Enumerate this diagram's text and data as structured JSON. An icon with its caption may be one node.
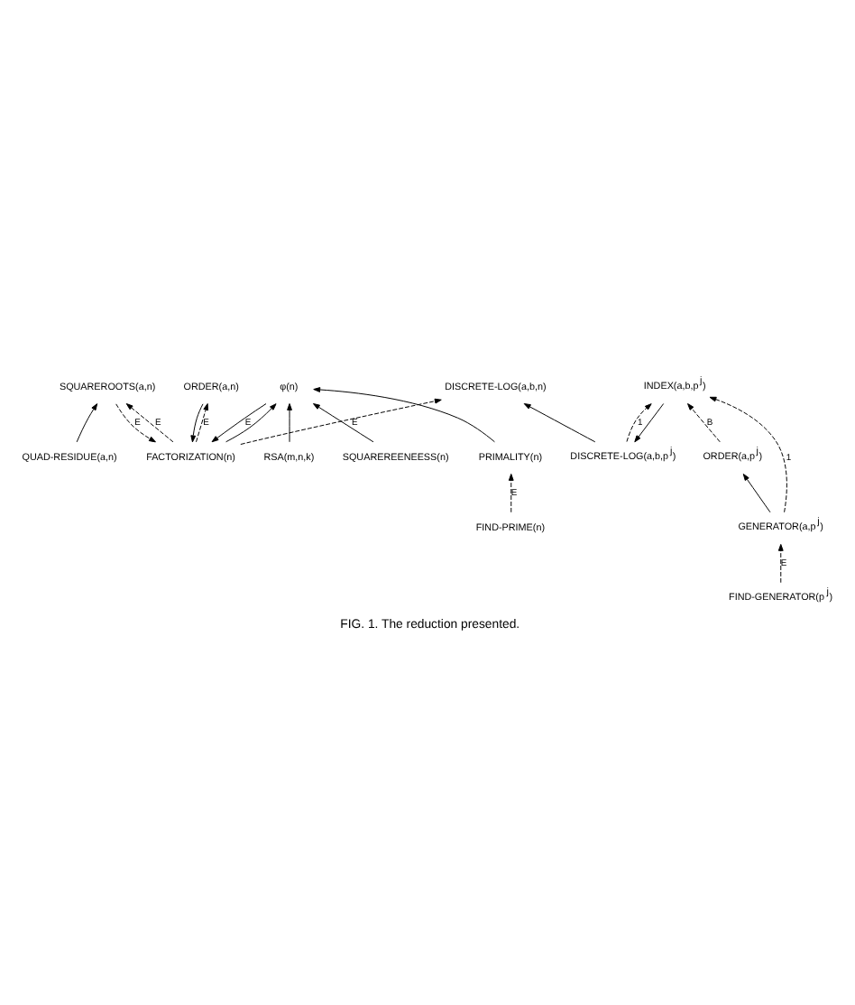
{
  "diagram": {
    "caption": "FIG. 1. The reduction presented.",
    "nodes": [
      {
        "text": [
          "DISCRETE-LOG(a,b,n)"
        ]
      },
      {
        "text": [
          "FACTORIZATION(n)"
        ]
      },
      {
        "text": [
          "ORDER(a,n)"
        ]
      },
      {
        "text": [
          "SQUAREROOTS(a,n)"
        ]
      },
      {
        "text": [
          "φ(n)"
        ]
      },
      {
        "text": [
          "DISCRETE-LOG(a,b,p$^{j}$)"
        ]
      },
      {
        "text": [
          "INDEX(a,b,p$^{j}$)"
        ]
      },
      {
        "text": [
          "ORDER(a,p$^{j}$)"
        ]
      },
      {
        "text": [
          "GENERATOR(a,p$^{j}$)"
        ]
      },
      {
        "text": [
          "FIND-GENERATOR(p$^{j}$)"
        ]
      },
      {
        "text": [
          "QUAD-RESIDUE(a,n)"
        ]
      },
      {
        "text": [
          "RSA(m,n,k)"
        ]
      },
      {
        "text": [
          "SQUAREREENEESS(n)"
        ]
      },
      {
        "text": [
          "PRIMALITY(n)"
        ]
      },
      {
        "text": [
          "FIND-PRIME(n)"
        ]
      }
    ],
    "edges": [
      {
        "from": 1,
        "to": 0,
        "arrow": "to",
        "style": "dashed",
        "label": "E"
      },
      {
        "from": 1,
        "to": 2,
        "arrow": "to",
        "style": "dashed",
        "label": "E"
      },
      {
        "from": 2,
        "to": 1,
        "arrow": "to"
      },
      {
        "from": 1,
        "to": 3,
        "arrow": "to",
        "style": "dashed",
        "label": "E"
      },
      {
        "from": 3,
        "to": 1,
        "arrow": "to",
        "style": "dashed",
        "label": "E"
      },
      {
        "from": 1,
        "to": 4,
        "arrow": "to"
      },
      {
        "from": 4,
        "to": 1,
        "arrow": "to",
        "label": "E"
      },
      {
        "from": 5,
        "to": 0,
        "arrow": "to"
      },
      {
        "from": 5,
        "to": 6,
        "arrow": "to",
        "style": "dashed",
        "label": "1"
      },
      {
        "from": 6,
        "to": 5,
        "arrow": "to"
      },
      {
        "from": 7,
        "to": 6,
        "arrow": "to",
        "style": "dashed",
        "label": "B"
      },
      {
        "from": 8,
        "to": 6,
        "arrow": "to",
        "style": "dashed",
        "label": "1"
      },
      {
        "from": 8,
        "to": 7,
        "arrow": "to"
      },
      {
        "from": 9,
        "to": 8,
        "arrow": "to",
        "style": "dashed",
        "label": "E"
      },
      {
        "from": 10,
        "to": 3,
        "arrow": "to"
      },
      {
        "from": 13,
        "to": 4,
        "arrow": "to"
      },
      {
        "from": 11,
        "to": 4,
        "arrow": "to"
      },
      {
        "from": 12,
        "to": 4,
        "arrow": "to"
      },
      {
        "from": 14,
        "to": 13,
        "arrow": "to",
        "style": "dashed",
        "label": "E"
      }
    ]
  }
}
